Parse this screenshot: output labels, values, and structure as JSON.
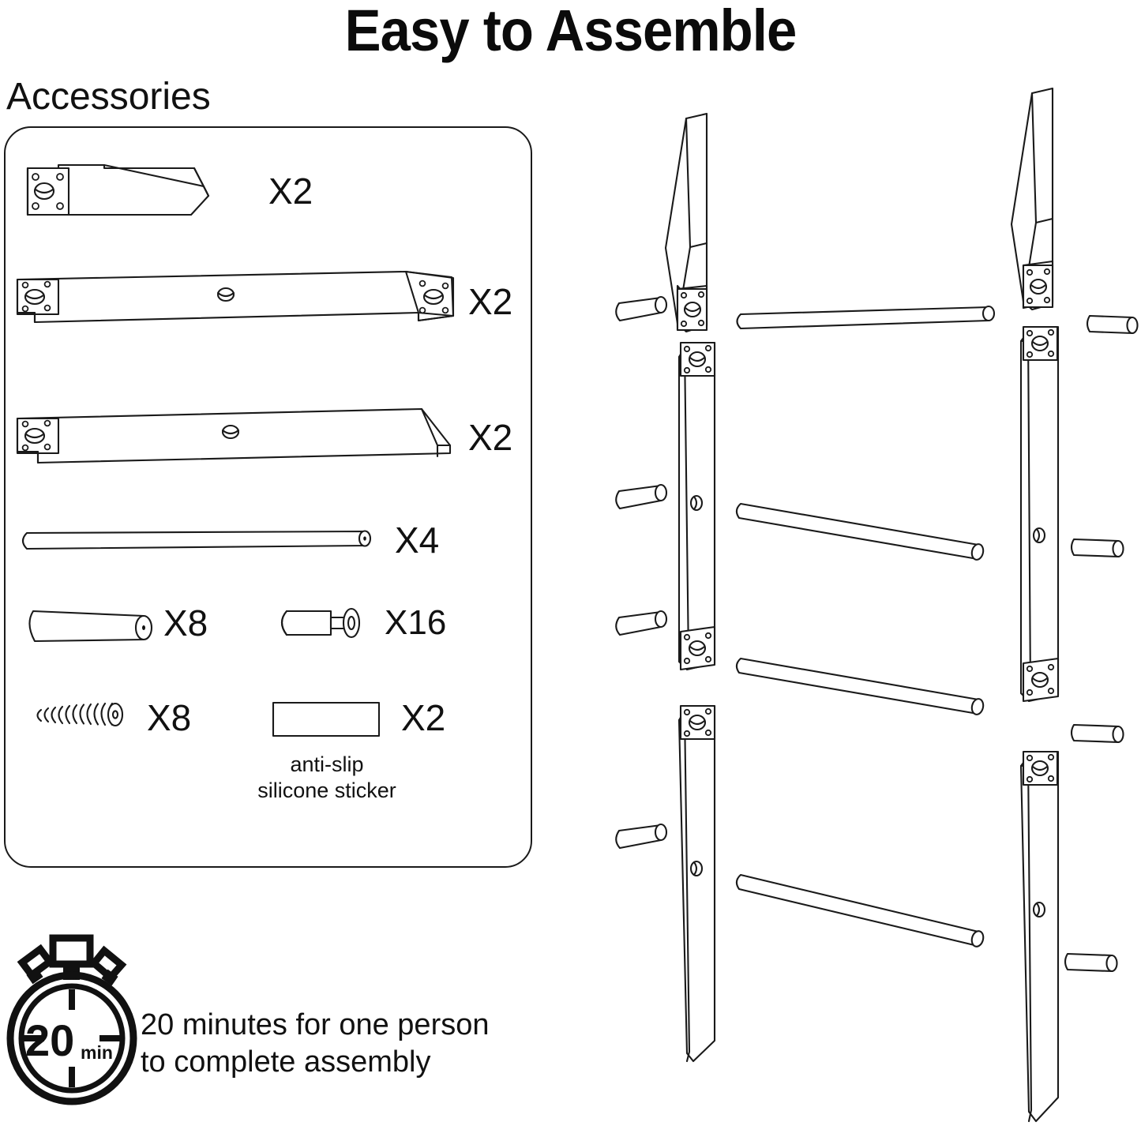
{
  "page": {
    "title": "Easy to Assemble",
    "background_color": "#ffffff",
    "line_color": "#1a1a1a",
    "text_color": "#111111"
  },
  "accessories": {
    "heading": "Accessories",
    "items": [
      {
        "id": "tapered-side-leg",
        "icon": "tapered-leg-bracket",
        "qty_label": "X2"
      },
      {
        "id": "long-side-rail-both-ends",
        "icon": "side-rail-two-plates",
        "qty_label": "X2"
      },
      {
        "id": "long-side-rail-one-end",
        "icon": "side-rail-one-plate",
        "qty_label": "X2"
      },
      {
        "id": "long-dowel-rod",
        "icon": "long-rod",
        "qty_label": "X4"
      },
      {
        "id": "short-dowel-pin",
        "icon": "short-dowel",
        "qty_label": "X8"
      },
      {
        "id": "barrel-connector-bolt",
        "icon": "barrel-bolt",
        "qty_label": "X16"
      },
      {
        "id": "threaded-screw",
        "icon": "screw",
        "qty_label": "X8"
      },
      {
        "id": "anti-slip-sticker",
        "icon": "sticker-rectangle",
        "qty_label": "X2",
        "caption_line1": "anti-slip",
        "caption_line2": "silicone sticker"
      }
    ]
  },
  "assembly_time": {
    "icon": "stopwatch-icon",
    "dial_value": "20",
    "dial_unit": "min",
    "line1": "20 minutes for one person",
    "line2": "to complete assembly"
  },
  "exploded_view": {
    "name": "exploded-frame-assembly",
    "parts": [
      {
        "id": "upper-left-tapered-leg",
        "type": "tapered-leg"
      },
      {
        "id": "upper-right-tapered-leg",
        "type": "tapered-leg"
      },
      {
        "id": "mid-left-post",
        "type": "post-two-plates"
      },
      {
        "id": "mid-right-post",
        "type": "post-two-plates"
      },
      {
        "id": "lower-left-post",
        "type": "post-one-plate"
      },
      {
        "id": "lower-right-post",
        "type": "post-one-plate"
      },
      {
        "id": "rail-rod-1",
        "type": "long-rod"
      },
      {
        "id": "rail-rod-2",
        "type": "long-rod"
      },
      {
        "id": "rail-rod-3",
        "type": "long-rod"
      },
      {
        "id": "rail-rod-4",
        "type": "long-rod"
      },
      {
        "id": "dowel-pin-left-1",
        "type": "short-dowel"
      },
      {
        "id": "dowel-pin-left-2",
        "type": "short-dowel"
      },
      {
        "id": "dowel-pin-left-3",
        "type": "short-dowel"
      },
      {
        "id": "dowel-pin-left-4",
        "type": "short-dowel"
      },
      {
        "id": "dowel-pin-right-1",
        "type": "short-dowel"
      },
      {
        "id": "dowel-pin-right-2",
        "type": "short-dowel"
      },
      {
        "id": "dowel-pin-right-3",
        "type": "short-dowel"
      },
      {
        "id": "dowel-pin-right-4",
        "type": "short-dowel"
      }
    ]
  }
}
